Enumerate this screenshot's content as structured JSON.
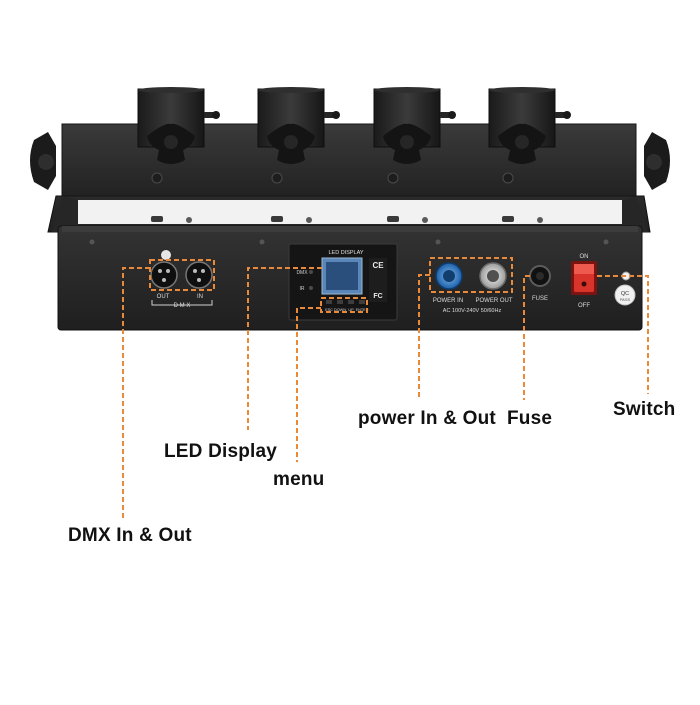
{
  "panel": {
    "lcd_title": "LED DISPLAY",
    "dmx_indicator": "DMX",
    "ir_indicator": "IR",
    "out_label": "OUT",
    "in_label": "IN",
    "dmx_bracket_label": "D M X",
    "power_in_label": "POWER IN",
    "power_out_label": "POWER OUT",
    "voltage_label": "AC 100V-240V  50/60Hz",
    "fuse_label": "FUSE",
    "switch_on_label": "ON",
    "switch_off_label": "OFF",
    "menu_buttons": [
      "ESC",
      "DOWN",
      "UP",
      "ENTER"
    ],
    "qc_label": "QC",
    "qc_sub": "PASS",
    "ce_mark": "CE",
    "fc_mark": "FC"
  },
  "callouts": {
    "dmx": "DMX In & Out",
    "led_display": "LED Display",
    "menu": "menu",
    "power": "power In & Out",
    "fuse": "Fuse",
    "switch": "Switch"
  },
  "colors": {
    "dash": "#e98a3a",
    "body": "#2b2b2b",
    "body_dark": "#1c1c1c",
    "power_in": "#2f7fd0",
    "power_out": "#cfcfcf",
    "switch_red": "#d8342c",
    "lcd": "#5b86b8"
  }
}
